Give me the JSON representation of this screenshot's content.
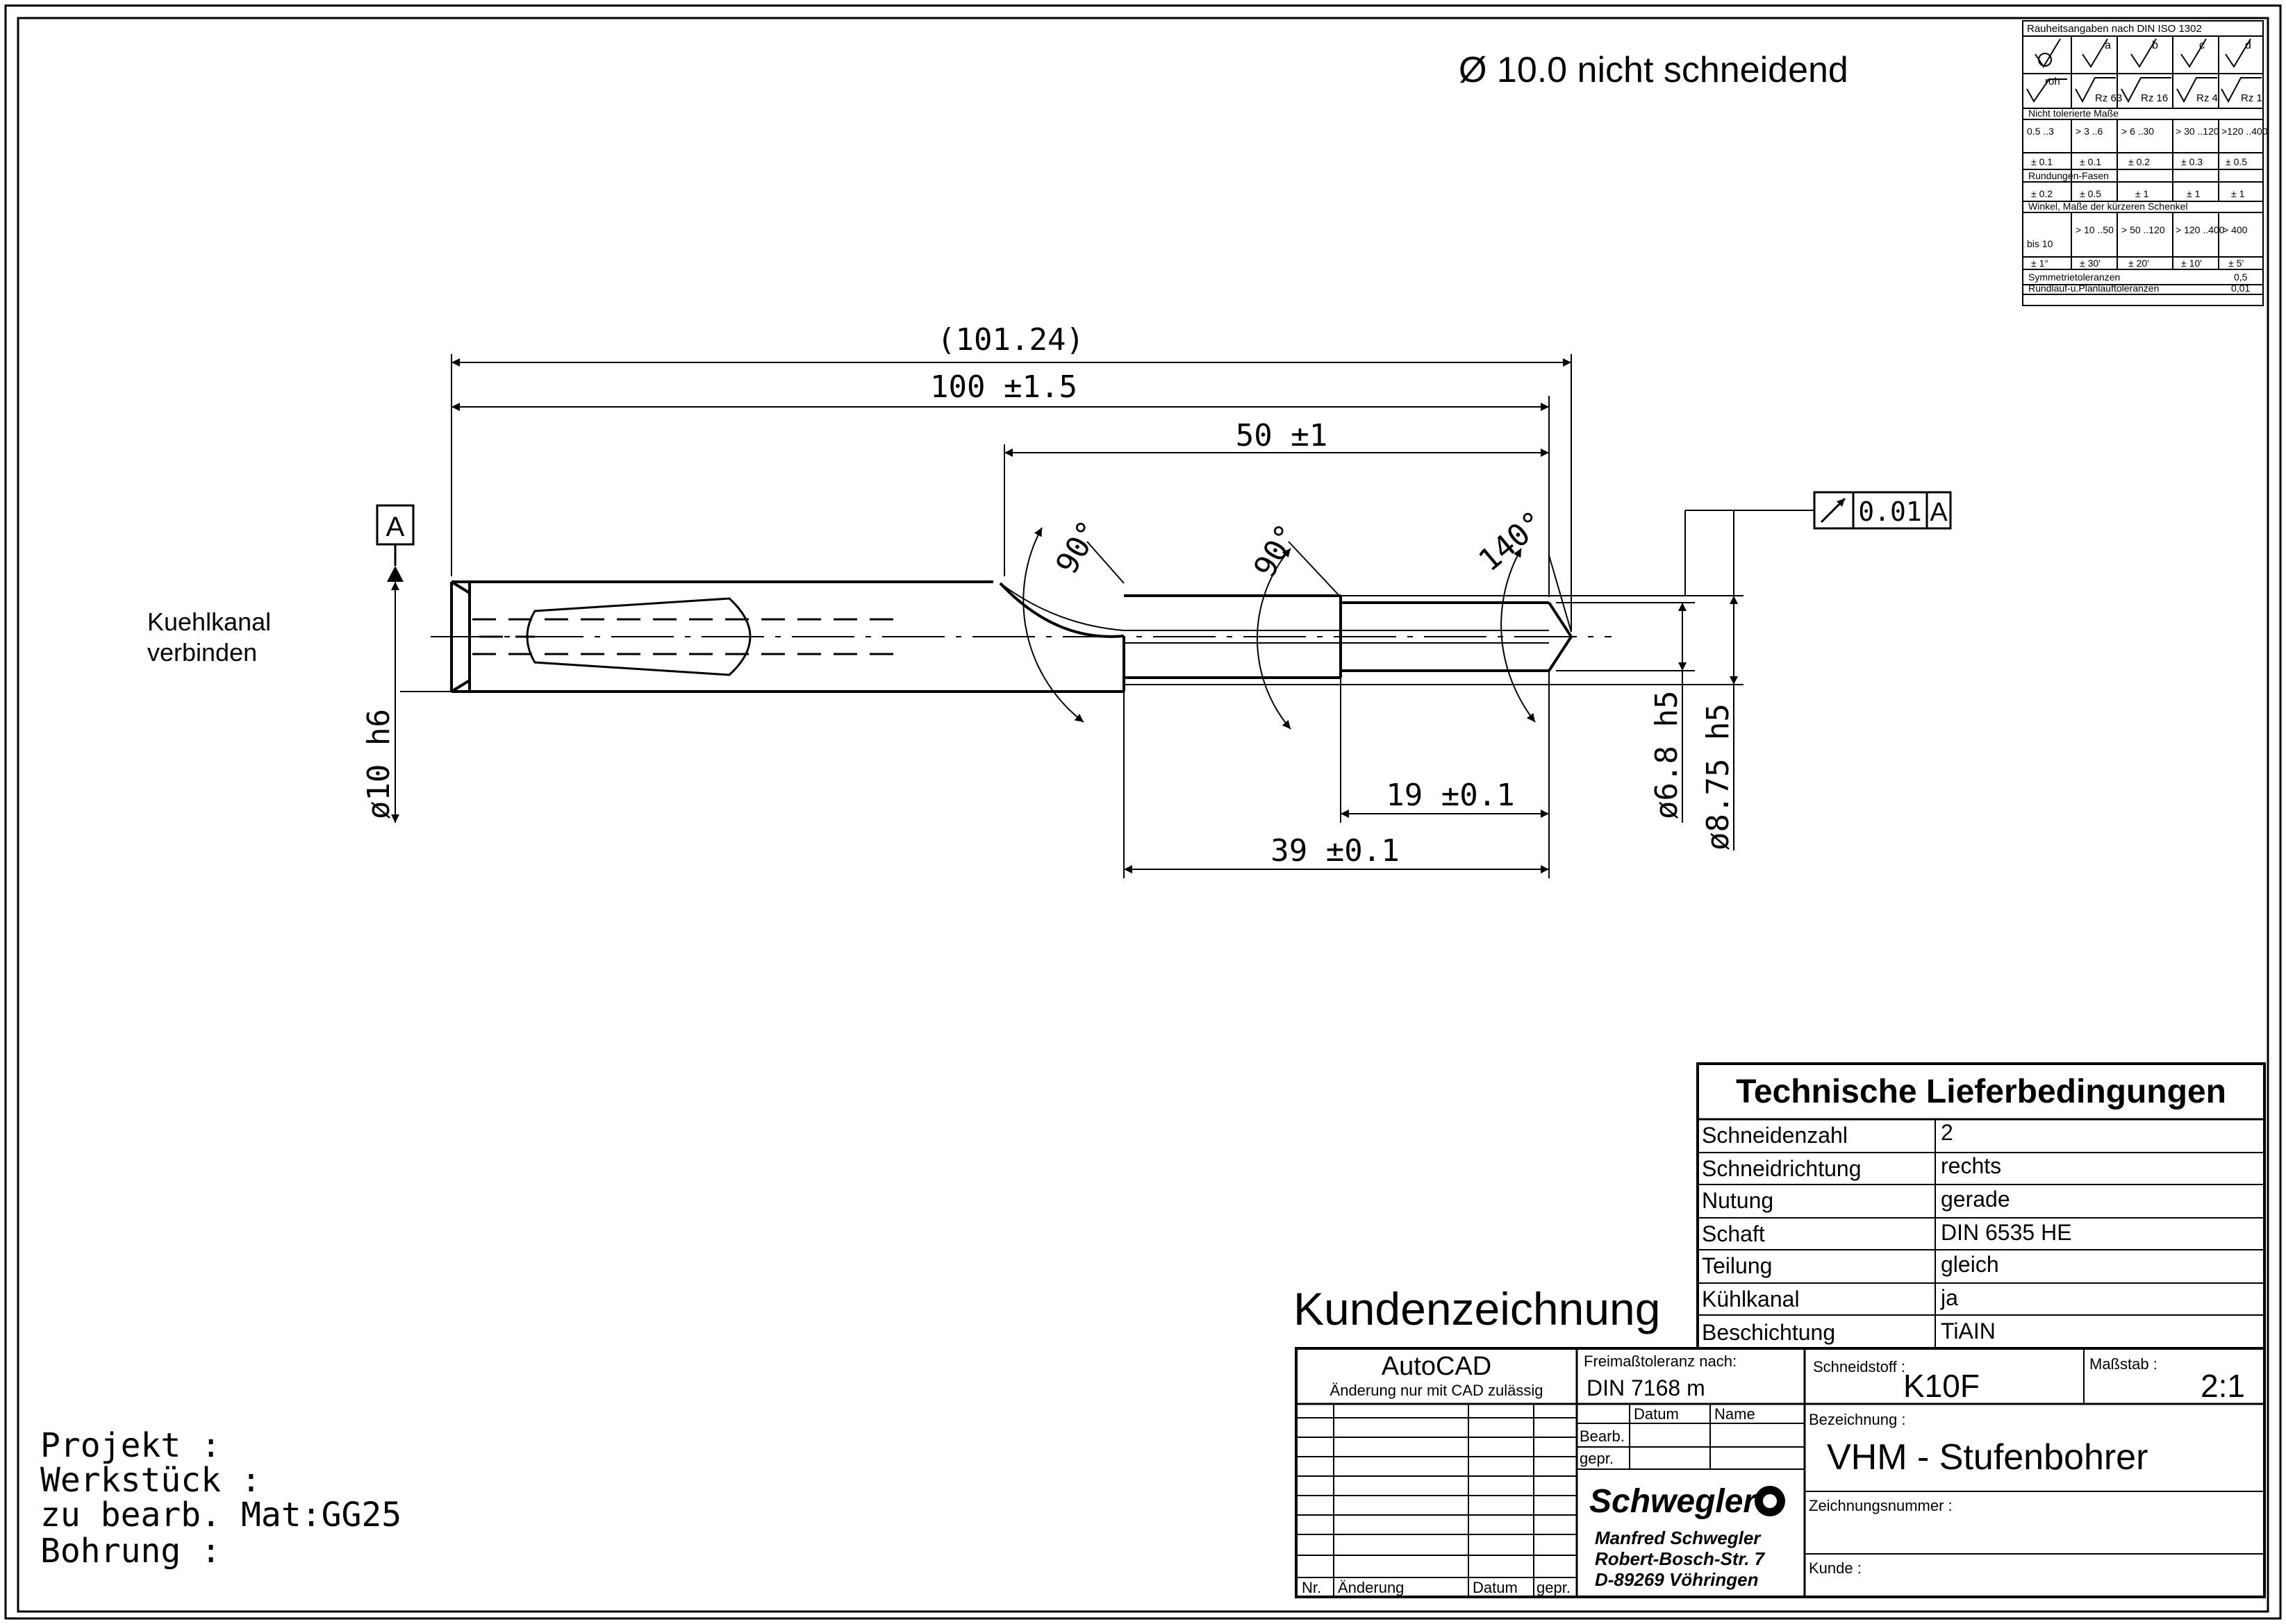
{
  "header": {
    "note": "Ø 10.0 nicht schneidend"
  },
  "dimensions": {
    "overall_ref": "(101.24)",
    "overall": "100  ±1.5",
    "step_len": "50  ±1",
    "len_19": "19  ±0.1",
    "len_39": "39  ±0.1",
    "dia_shank": "ø10  h6",
    "dia_small": "ø6.8  h5",
    "dia_large": "ø8.75  h5",
    "angle_1": "90°",
    "angle_2": "90°",
    "angle_3": "140°"
  },
  "datum": {
    "label": "A"
  },
  "tolerance_frame": {
    "value": "0.01",
    "datum": "A"
  },
  "coolant_note": {
    "line1": "Kuehlkanal",
    "line2": "verbinden"
  },
  "project": {
    "projekt": "Projekt :",
    "werkstueck": "Werkstück :",
    "mat": "zu bearb. Mat:GG25",
    "bohrung": "Bohrung :"
  },
  "roughness_table": {
    "title": "Rauheitsangaben nach DIN ISO 1302",
    "letters": [
      "a",
      "b",
      "c",
      "d"
    ],
    "roh": "roh",
    "rz": [
      "Rz 63",
      "Rz 16",
      "Rz 4",
      "Rz 1"
    ],
    "untol_title": "Nicht tolerierte Maße",
    "untol_ranges": [
      "0.5 ..3",
      "> 3 ..6",
      "> 6 ..30",
      "> 30 ..120",
      ">120 ..400"
    ],
    "untol_tols": [
      "± 0.1",
      "± 0.1",
      "± 0.2",
      "± 0.3",
      "± 0.5"
    ],
    "round_title": "Rundungen-Fasen",
    "round_tols": [
      "± 0.2",
      "± 0.5",
      "± 1",
      "± 1",
      "± 1"
    ],
    "angle_title": "Winkel, Maße der kürzeren Schenkel",
    "angle_ranges": [
      "bis 10",
      "> 10 ..50",
      "> 50 ..120",
      "> 120 ..400",
      "> 400"
    ],
    "angle_tols": [
      "± 1°",
      "± 30'",
      "± 20'",
      "± 10'",
      "± 5'"
    ],
    "sym_label": "Symmetrietoleranzen",
    "sym_val": "0,5",
    "run_label": "Rundlauf-u.Planlauftoleranzen",
    "run_val": "0,01"
  },
  "delivery": {
    "title": "Technische Lieferbedingungen",
    "rows": [
      {
        "key": "Schneidenzahl",
        "val": "2"
      },
      {
        "key": "Schneidrichtung",
        "val": "rechts"
      },
      {
        "key": "Nutung",
        "val": "gerade"
      },
      {
        "key": "Schaft",
        "val": "DIN 6535 HE"
      },
      {
        "key": "Teilung",
        "val": "gleich"
      },
      {
        "key": "Kühlkanal",
        "val": "ja"
      },
      {
        "key": "Beschichtung",
        "val": "TiAIN"
      }
    ]
  },
  "title_block": {
    "kundenzeichnung": "Kundenzeichnung",
    "autocad": "AutoCAD",
    "autocad_note": "Änderung nur mit CAD zulässig",
    "freimass_label": "Freimaßtoleranz nach:",
    "freimass_val": "DIN 7168 m",
    "schneidstoff_label": "Schneidstoff :",
    "schneidstoff_val": "K10F",
    "massstab_label": "Maßstab :",
    "massstab_val": "2:1",
    "datum": "Datum",
    "name": "Name",
    "bearb": "Bearb.",
    "gepr": "gepr.",
    "bezeichnung_label": "Bezeichnung :",
    "bezeichnung_val": "VHM - Stufenbohrer",
    "zeichnungsnummer_label": "Zeichnungsnummer :",
    "kunde_label": "Kunde :",
    "company_logo": "Schwegler",
    "company_name": "Manfred Schwegler",
    "company_street": "Robert-Bosch-Str. 7",
    "company_city": "D-89269 Vöhringen",
    "rev_nr": "Nr.",
    "rev_aenderung": "Änderung",
    "rev_datum": "Datum",
    "rev_gepr": "gepr."
  }
}
